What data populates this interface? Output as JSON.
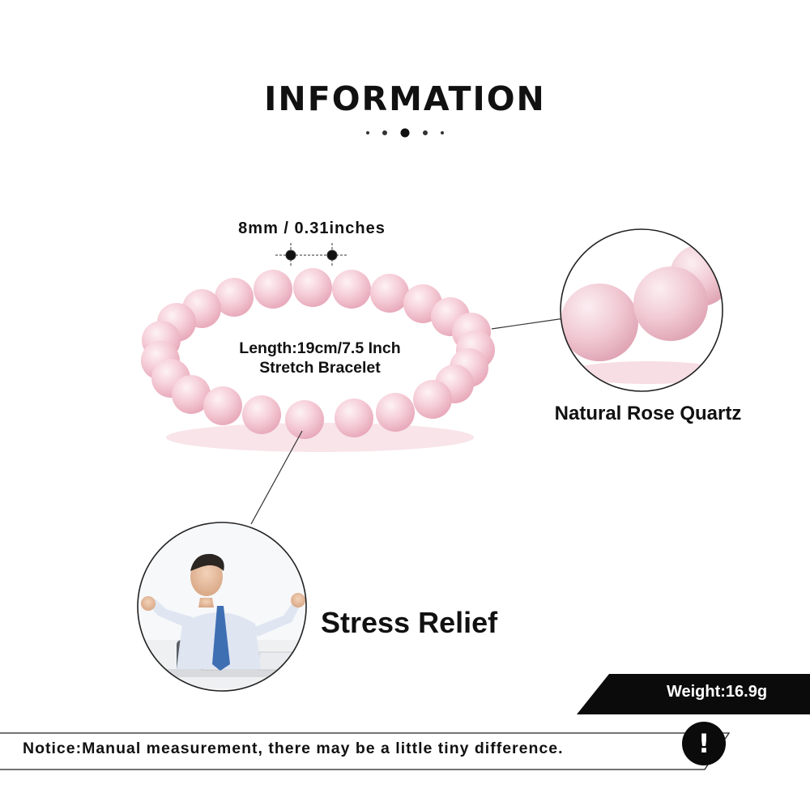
{
  "title": "INFORMATION",
  "bead_size": "8mm / 0.31inches",
  "length": {
    "line1": "Length:19cm/7.5 Inch",
    "line2": "Stretch Bracelet"
  },
  "material": "Natural Rose Quartz",
  "benefit": "Stress Relief",
  "weight": "Weight:16.9g",
  "notice": "Notice:Manual measurement, there may be a little tiny difference.",
  "colors": {
    "bead": "#f4c9d3",
    "bead_shadow": "#e4a6b6",
    "text": "#111111",
    "dark": "#0b0b0b"
  },
  "icons": [
    "exclamation-icon"
  ]
}
